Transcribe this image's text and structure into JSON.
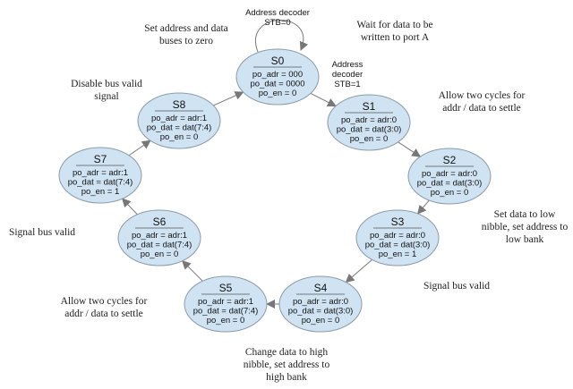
{
  "colors": {
    "state_fill": "#cfe3f3",
    "state_stroke": "#8a9aa8",
    "arrow": "#777777"
  },
  "states": [
    {
      "id": "S0",
      "name": "S0",
      "lines": [
        "po_adr = 000",
        "po_dat = 0000",
        "po_en = 0"
      ]
    },
    {
      "id": "S1",
      "name": "S1",
      "lines": [
        "po_adr = adr:0",
        "po_dat = dat(3:0)",
        "po_en = 0"
      ]
    },
    {
      "id": "S2",
      "name": "S2",
      "lines": [
        "po_adr = adr:0",
        "po_dat = dat(3:0)",
        "po_en = 0"
      ]
    },
    {
      "id": "S3",
      "name": "S3",
      "lines": [
        "po_adr = adr:0",
        "po_dat = dat(3:0)",
        "po_en = 1"
      ]
    },
    {
      "id": "S4",
      "name": "S4",
      "lines": [
        "po_adr = adr:0",
        "po_dat = dat(3:0)",
        "po_en = 0"
      ]
    },
    {
      "id": "S5",
      "name": "S5",
      "lines": [
        "po_adr = adr:1",
        "po_dat = dat(7:4)",
        "po_en = 0"
      ]
    },
    {
      "id": "S6",
      "name": "S6",
      "lines": [
        "po_adr = adr:1",
        "po_dat = dat(7:4)",
        "po_en = 0"
      ]
    },
    {
      "id": "S7",
      "name": "S7",
      "lines": [
        "po_adr = adr:1",
        "po_dat = dat(7:4)",
        "po_en = 1"
      ]
    },
    {
      "id": "S8",
      "name": "S8",
      "lines": [
        "po_adr = adr:1",
        "po_dat = dat(7:4)",
        "po_en = 0"
      ]
    }
  ],
  "transitions": [
    {
      "from": "S0",
      "to": "S0",
      "label": [
        "Address decoder",
        "STB=0"
      ]
    },
    {
      "from": "S0",
      "to": "S1",
      "label": [
        "Address",
        "decoder",
        "STB=1"
      ]
    },
    {
      "from": "S1",
      "to": "S2",
      "label": []
    },
    {
      "from": "S2",
      "to": "S3",
      "label": []
    },
    {
      "from": "S3",
      "to": "S4",
      "label": []
    },
    {
      "from": "S4",
      "to": "S5",
      "label": []
    },
    {
      "from": "S5",
      "to": "S6",
      "label": []
    },
    {
      "from": "S6",
      "to": "S7",
      "label": []
    },
    {
      "from": "S7",
      "to": "S8",
      "label": []
    },
    {
      "from": "S8",
      "to": "S0",
      "label": []
    }
  ],
  "notes": [
    {
      "id": "s0",
      "lines": [
        "Set address and data",
        "buses to zero"
      ]
    },
    {
      "id": "wait",
      "lines": [
        "Wait for data to be",
        "written to port A"
      ]
    },
    {
      "id": "s1",
      "lines": [
        "Allow two cycles for",
        "addr / data to settle"
      ]
    },
    {
      "id": "s3",
      "lines": [
        "Set data to low",
        "nibble, set address to",
        "low bank"
      ]
    },
    {
      "id": "s3valid",
      "lines": [
        "Signal bus valid"
      ]
    },
    {
      "id": "s4",
      "lines": [
        "Change data to high",
        "nibble, set address to",
        "high bank"
      ]
    },
    {
      "id": "s5",
      "lines": [
        "Allow two cycles for",
        "addr / data to settle"
      ]
    },
    {
      "id": "s7",
      "lines": [
        "Signal bus valid"
      ]
    },
    {
      "id": "s8",
      "lines": [
        "Disable bus valid",
        "signal"
      ]
    }
  ]
}
